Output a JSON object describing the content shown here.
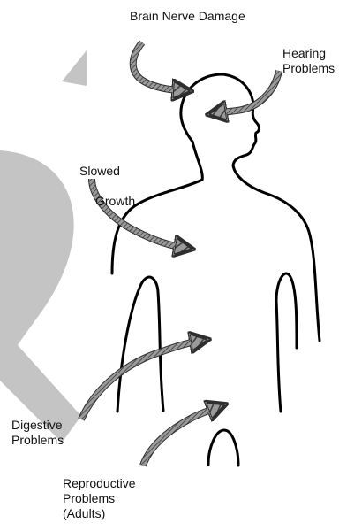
{
  "labels": {
    "brain": "Brain Nerve Damage",
    "hearing": "Hearing\nProblems",
    "growth_line1": "Slowed",
    "growth_line2": "Growth",
    "digestive": "Digestive\nProblems",
    "reproductive": "Reproductive\nProblems\n(Adults)"
  },
  "colors": {
    "outline": "#000000",
    "arrow_fill": "#8c8c8c",
    "arrow_edge": "#2e2e2e",
    "watermark": "#c4c4c4"
  },
  "icons": {
    "arrow": "right-arrow-icon"
  }
}
